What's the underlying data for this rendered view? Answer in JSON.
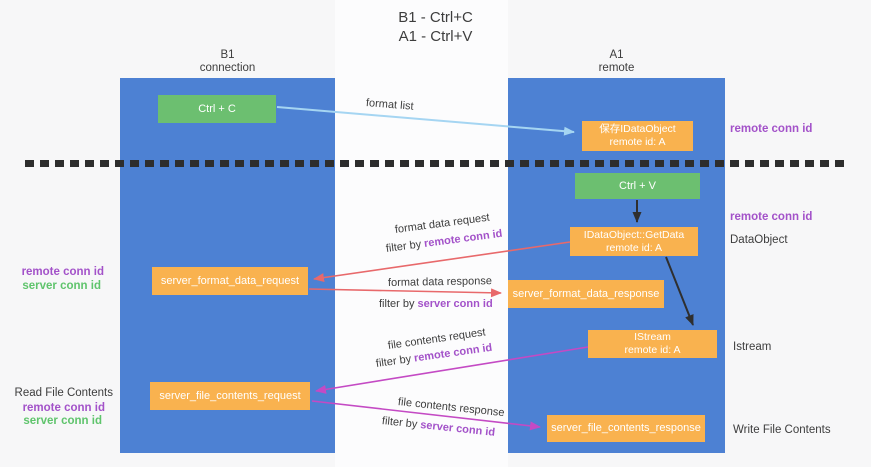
{
  "title": {
    "line1": "B1 - Ctrl+C",
    "line2": "A1 - Ctrl+V"
  },
  "lifelines": {
    "left": {
      "name": "B1",
      "role": "connection"
    },
    "right": {
      "name": "A1",
      "role": "remote"
    }
  },
  "boxes": {
    "ctrl_c": {
      "label": "Ctrl + C"
    },
    "ctrl_v": {
      "label": "Ctrl + V"
    },
    "save_dataobject": {
      "line1": "保存IDataObject",
      "line2": "remote id: A"
    },
    "getdata": {
      "line1": "IDataObject::GetData",
      "line2": "remote id: A"
    },
    "istream": {
      "line1": "IStream",
      "line2": "remote id: A"
    },
    "server_format_data_request": {
      "label": "server_format_data_request"
    },
    "server_format_data_response": {
      "label": "server_format_data_response"
    },
    "server_file_contents_request": {
      "label": "server_file_contents_request"
    },
    "server_file_contents_response": {
      "label": "server_file_contents_response"
    }
  },
  "flow_labels": {
    "format_list": "format list",
    "format_data_request": "format data request",
    "format_data_response": "format data response",
    "file_contents_request": "file contents request",
    "file_contents_response": "file contents response",
    "filter_by": "filter by",
    "remote_conn_id": "remote conn id",
    "server_conn_id": "server conn id"
  },
  "annotations": {
    "right": {
      "remote_conn_id_top": "remote conn id",
      "remote_conn_id_mid": "remote conn id",
      "dataobject": "DataObject",
      "istream": "Istream",
      "write_file_contents": "Write File Contents"
    },
    "left": {
      "remote_conn_id_format": "remote conn id",
      "server_conn_id_format": "server conn id",
      "read_file_contents": "Read File Contents",
      "remote_conn_id_file": "remote conn id",
      "server_conn_id_file": "server conn id"
    }
  },
  "colors": {
    "lifeline_blue": "#4d81d3",
    "box_orange": "#f9b24f",
    "box_green": "#6cbf70",
    "arrow_lightblue": "#a5d5f2",
    "arrow_red": "#e8696b",
    "arrow_magenta": "#c44ac4",
    "arrow_black": "#2f2f2f",
    "text_purple": "#a352c9",
    "text_green": "#5fc46c",
    "text_dark": "#3d3d3d"
  }
}
